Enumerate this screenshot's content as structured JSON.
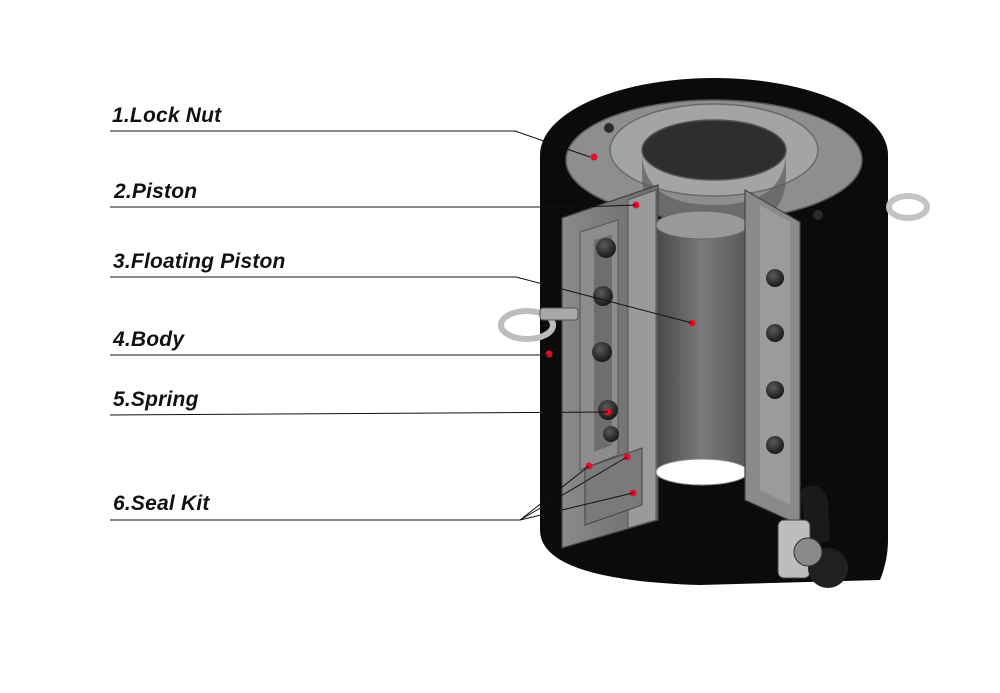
{
  "parts": [
    {
      "label": "1.Lock Nut"
    },
    {
      "label": "2.Piston"
    },
    {
      "label": "3.Floating Piston"
    },
    {
      "label": "4.Body"
    },
    {
      "label": "5.Spring"
    },
    {
      "label": "6.Seal Kit"
    }
  ],
  "colors": {
    "body": "#0b0b0b",
    "steel_light": "#8e8e8e",
    "steel_mid": "#6d6d6d",
    "steel_dark": "#3a3a3a",
    "marker": "#e0102a",
    "leader_line": "#111111"
  }
}
